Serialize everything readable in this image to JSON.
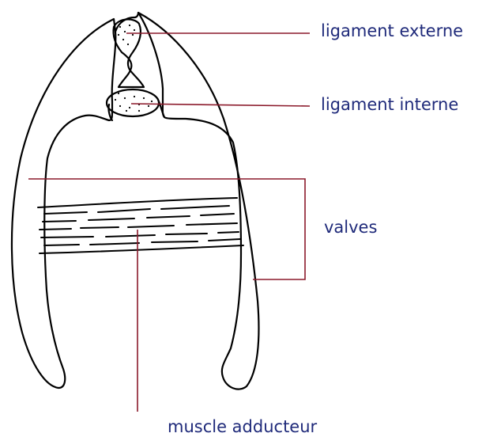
{
  "labels": {
    "ligament_externe": "ligament externe",
    "ligament_interne": "ligament interne",
    "valves": "valves",
    "muscle_adducteur": "muscle adducteur"
  },
  "colors": {
    "leader_line": "#8b1a2b",
    "label_text": "#1f2a7a",
    "drawing": "#000000"
  }
}
